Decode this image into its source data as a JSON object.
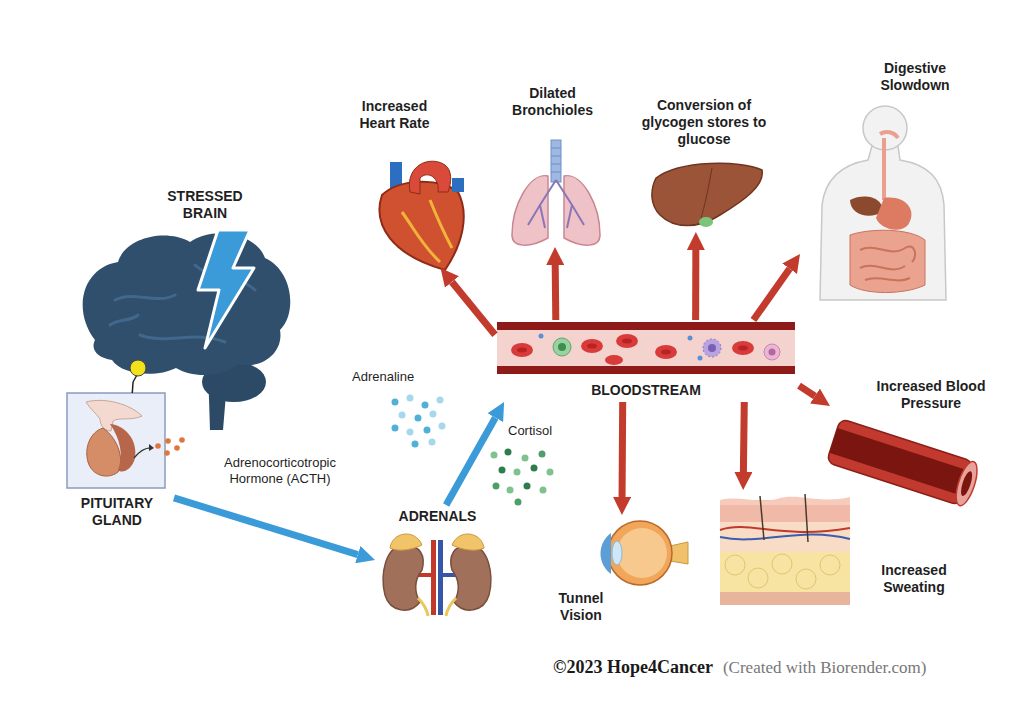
{
  "diagram": {
    "nodes": [
      {
        "text": [
          "STRESSED BRAIN"
        ]
      },
      {
        "text": [
          "PITUITARY GLAND"
        ]
      },
      {
        "text": [
          "ADRENALS"
        ]
      },
      {
        "text": [
          "BLOODSTREAM"
        ]
      },
      {
        "text": [
          "Increased Heart Rate"
        ]
      },
      {
        "text": [
          "Dilated Bronchioles"
        ]
      },
      {
        "text": [
          "Conversion of glycogen stores to glucose"
        ]
      },
      {
        "text": [
          "Digestive Slowdown"
        ]
      },
      {
        "text": [
          "Increased Blood Pressure"
        ]
      },
      {
        "text": [
          "Increased Sweating"
        ]
      },
      {
        "text": [
          "Tunnel Vision"
        ]
      }
    ],
    "edges": [
      {
        "from": 0,
        "to": 1,
        "arrow": "none"
      },
      {
        "from": 1,
        "to": 2,
        "arrow": "to"
      },
      {
        "from": 2,
        "to": 3,
        "arrow": "to"
      },
      {
        "from": 3,
        "to": 4,
        "arrow": "to"
      },
      {
        "from": 3,
        "to": 5,
        "arrow": "to"
      },
      {
        "from": 3,
        "to": 6,
        "arrow": "to"
      },
      {
        "from": 3,
        "to": 7,
        "arrow": "to"
      },
      {
        "from": 3,
        "to": 8,
        "arrow": "to"
      },
      {
        "from": 3,
        "to": 9,
        "arrow": "to"
      },
      {
        "from": 3,
        "to": 10,
        "arrow": "to"
      }
    ],
    "labels": [
      "Adrenocorticotropic Hormone (ACTH)",
      "Adrenaline",
      "Cortisol",
      "©2023 Hope4Cancer",
      "(Created with Biorender.com)"
    ]
  }
}
